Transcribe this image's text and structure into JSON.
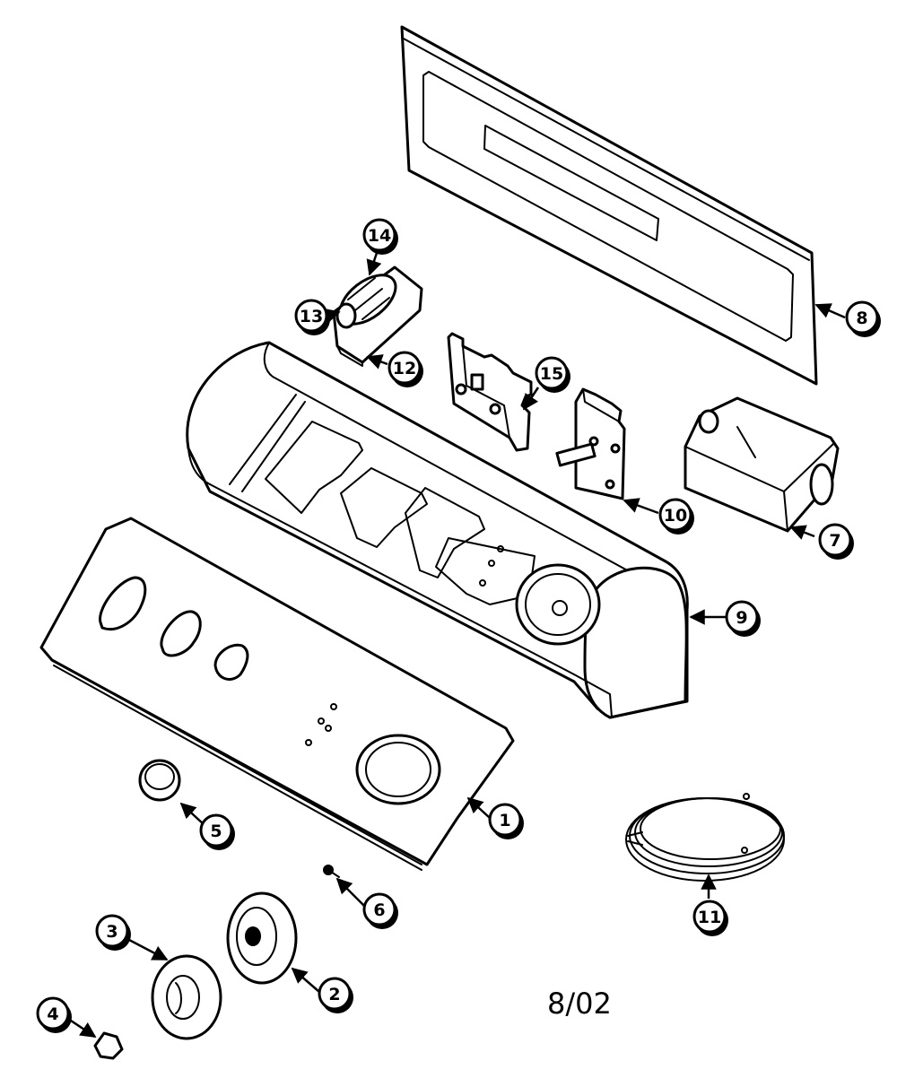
{
  "callouts": [
    {
      "id": "1",
      "label": "1"
    },
    {
      "id": "2",
      "label": "2"
    },
    {
      "id": "3",
      "label": "3"
    },
    {
      "id": "4",
      "label": "4"
    },
    {
      "id": "5",
      "label": "5"
    },
    {
      "id": "6",
      "label": "6"
    },
    {
      "id": "7",
      "label": "7"
    },
    {
      "id": "8",
      "label": "8"
    },
    {
      "id": "9",
      "label": "9"
    },
    {
      "id": "10",
      "label": "10"
    },
    {
      "id": "11",
      "label": "11"
    },
    {
      "id": "12",
      "label": "12"
    },
    {
      "id": "13",
      "label": "13"
    },
    {
      "id": "14",
      "label": "14"
    },
    {
      "id": "15",
      "label": "15"
    }
  ],
  "date_stamp": "8/02"
}
